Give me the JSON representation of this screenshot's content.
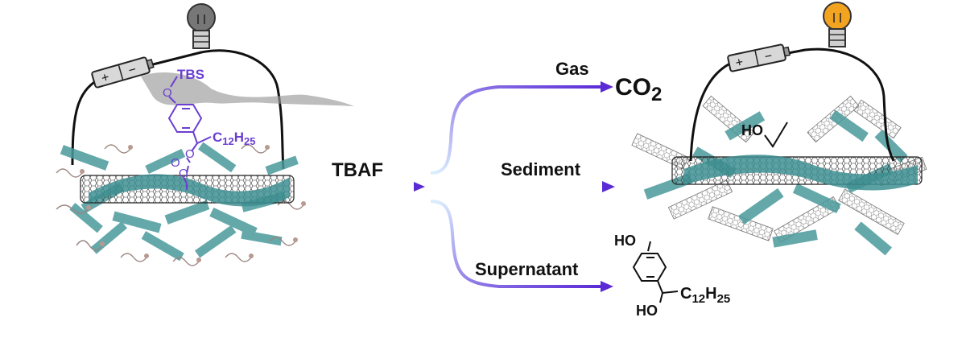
{
  "left_panel": {
    "molecule": {
      "protecting_group": "TBS",
      "ring_O": "O",
      "chain": "C12H25",
      "carbonate_O1": "O",
      "carbonate_O2": "O",
      "carbonate_O3": "O"
    }
  },
  "reagent": "TBAF",
  "branches": [
    {
      "label": "Gas",
      "product": "CO2"
    },
    {
      "label": "Sediment"
    },
    {
      "label": "Supernatant"
    }
  ],
  "right_panel": {
    "hydroxyl": "HO"
  },
  "product_molecule": {
    "top": "HO",
    "bottom": "HO",
    "chain": "C12H25"
  },
  "colors": {
    "arrow_end": "#5b2bd6",
    "arrow_start": "#cfe6f7",
    "polymer": "#4a9a9c",
    "molecule": "#6a3fd1",
    "bulb_off": "#777777",
    "bulb_on": "#f2a421"
  }
}
